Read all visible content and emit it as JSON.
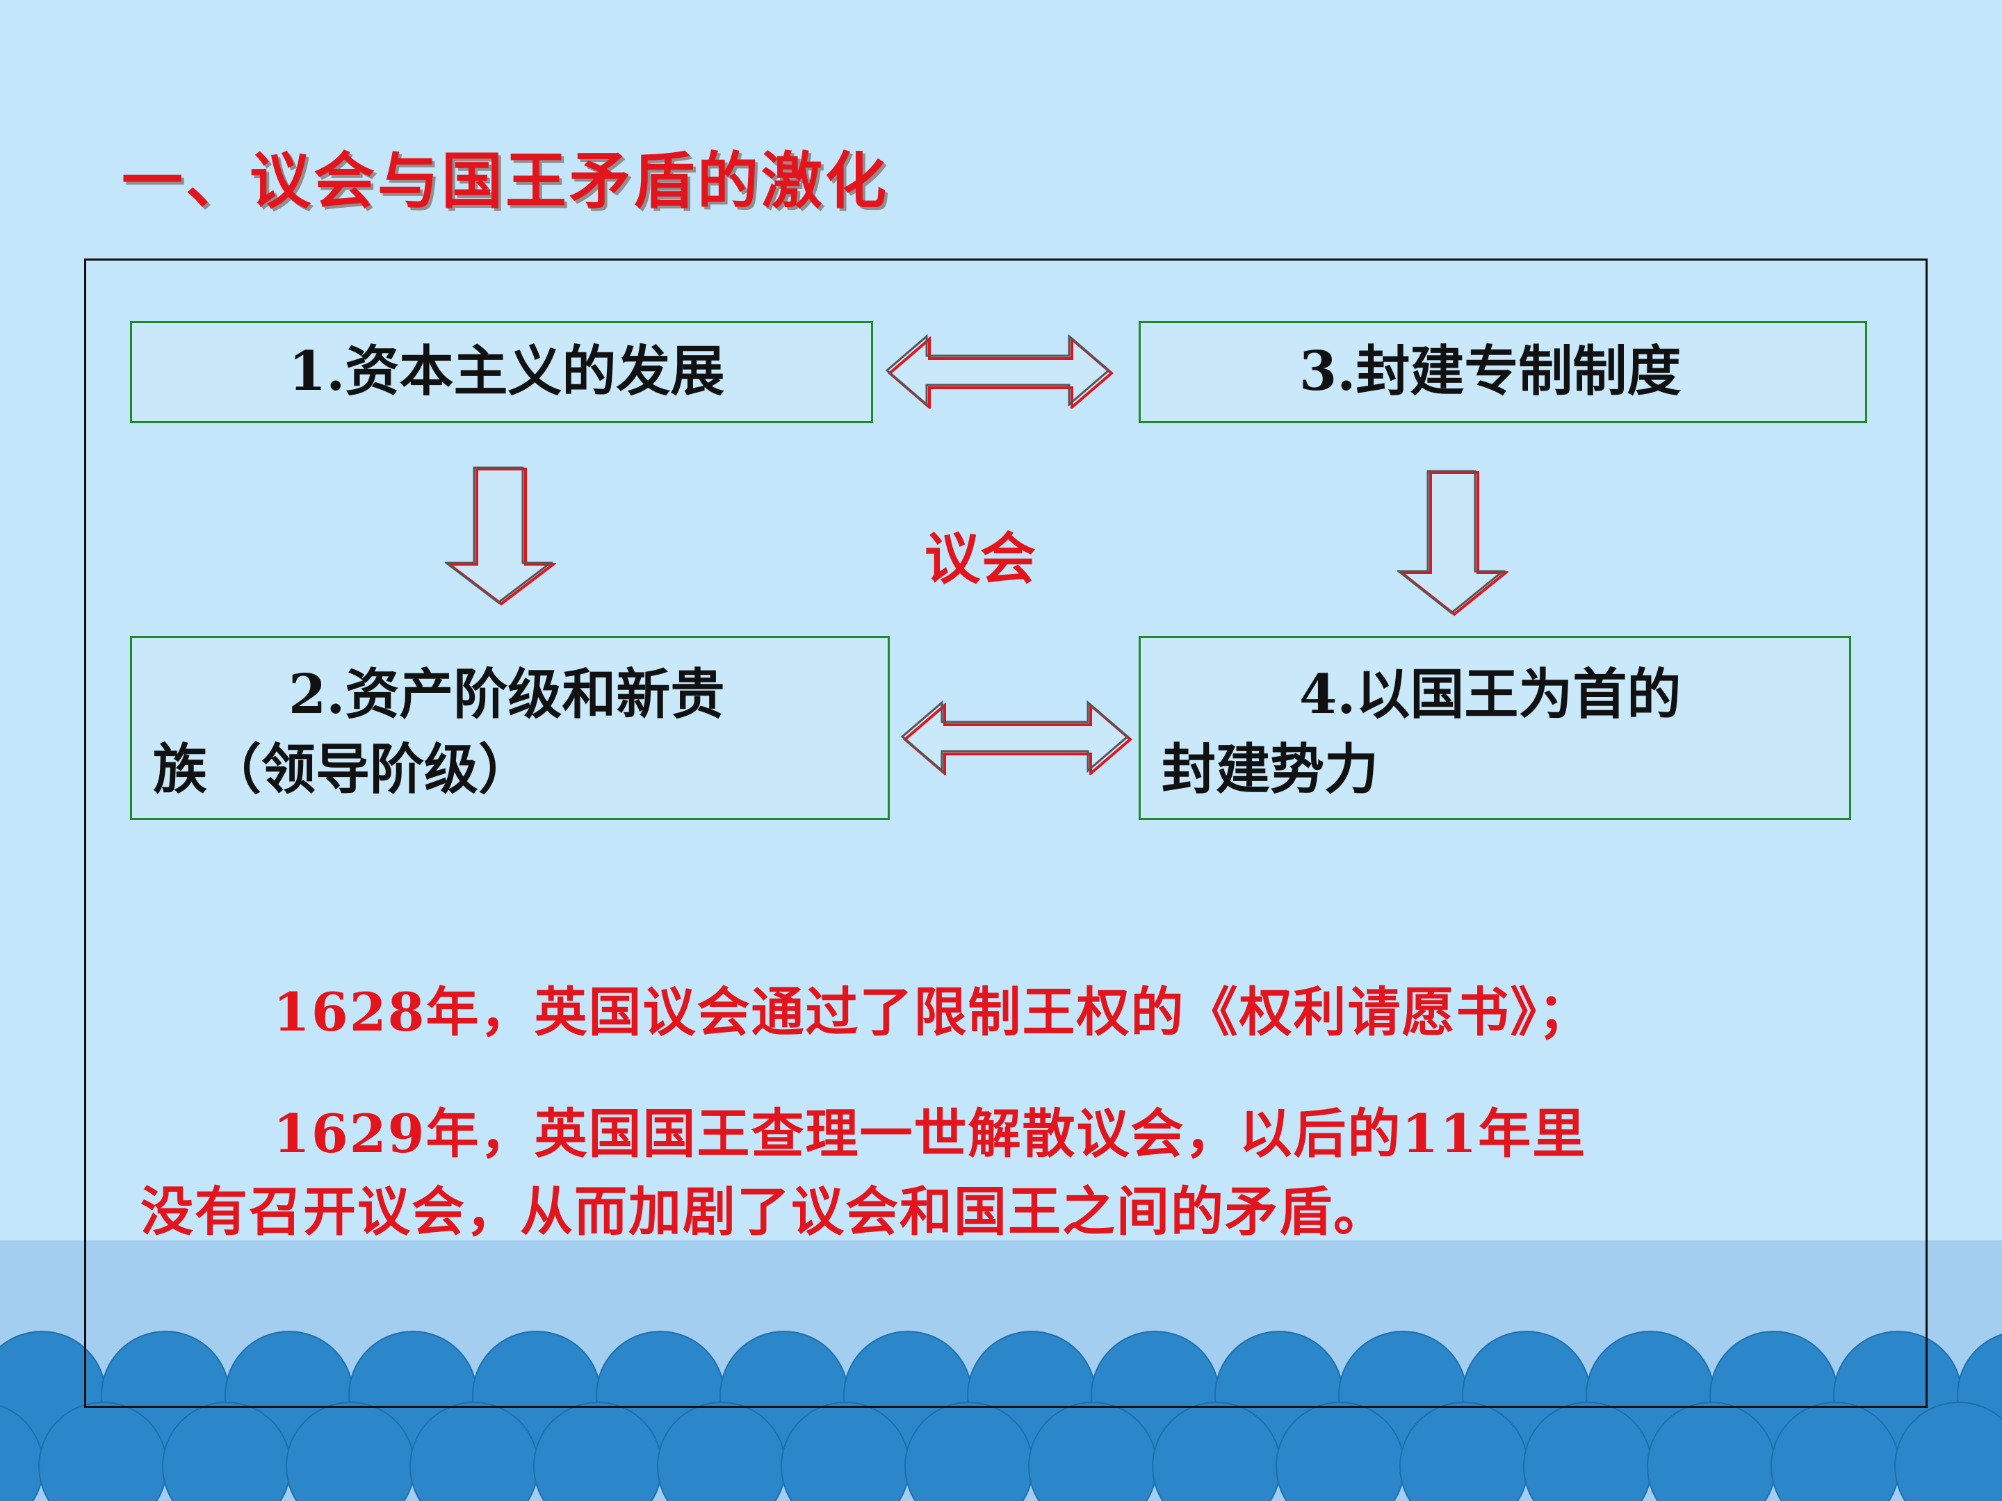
{
  "title": "一、议会与国王矛盾的激化",
  "boxes": {
    "box1": "1.资本主义的发展",
    "box3": "3.封建专制制度",
    "box2_line1": "2.资产阶级和新贵",
    "box2_line2": "族（领导阶级）",
    "box4_line1": "4.以国王为首的",
    "box4_line2": "封建势力"
  },
  "center_label": "议会",
  "paragraphs": {
    "p1": "1628年，英国议会通过了限制王权的《权利请愿书》；",
    "p2_line1": "1629年，英国国王查理一世解散议会，以后的11年里",
    "p2_line2": "没有召开议会，从而加剧了议会和国王之间的矛盾。"
  },
  "colors": {
    "background": "#c4e6fb",
    "accent_red": "#e3141c",
    "box_border": "#1e8a2c",
    "wave_blue": "#2b87c9",
    "band_blue": "#a3cef0"
  }
}
